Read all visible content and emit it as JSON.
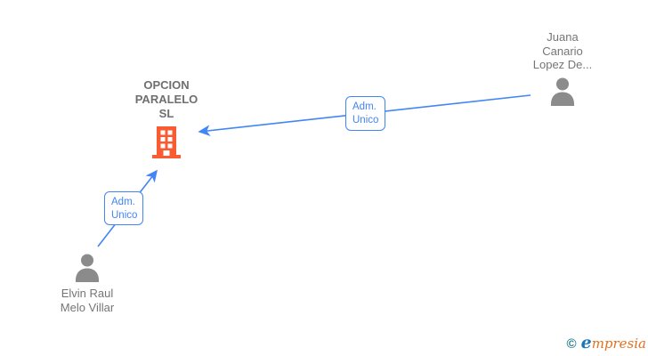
{
  "company": {
    "name": "OPCION PARALELO SL",
    "lines": [
      "OPCION",
      "PARALELO",
      "SL"
    ],
    "icon": "building-icon"
  },
  "persons": [
    {
      "name": "Juana Canario Lopez De...",
      "lines": [
        "Juana",
        "Canario",
        "Lopez De..."
      ],
      "icon": "person-icon",
      "role_to_company": "Adm. Unico"
    },
    {
      "name": "Elvin Raul Melo Villar",
      "lines": [
        "Elvin Raul",
        "Melo Villar"
      ],
      "icon": "person-icon",
      "role_to_company": "Adm. Unico"
    }
  ],
  "edges": [
    {
      "from": "Juana Canario Lopez De...",
      "to": "OPCION PARALELO SL",
      "label": [
        "Adm.",
        "Unico"
      ]
    },
    {
      "from": "Elvin Raul Melo Villar",
      "to": "OPCION PARALELO SL",
      "label": [
        "Adm.",
        "Unico"
      ]
    }
  ],
  "footer": {
    "copyright_symbol": "©",
    "brand_first_letter": "e",
    "brand_rest": "mpresia",
    "brand_full": "empresia"
  },
  "colors": {
    "edge_blue": "#4285F4",
    "building_orange": "#F95B33",
    "person_gray": "#8B8B8B",
    "name_gray": "#757575",
    "logo_teal": "#2A7F8E",
    "logo_blue": "#1B75BB",
    "logo_orange": "#E4701E",
    "background": "#FFFFFF"
  }
}
